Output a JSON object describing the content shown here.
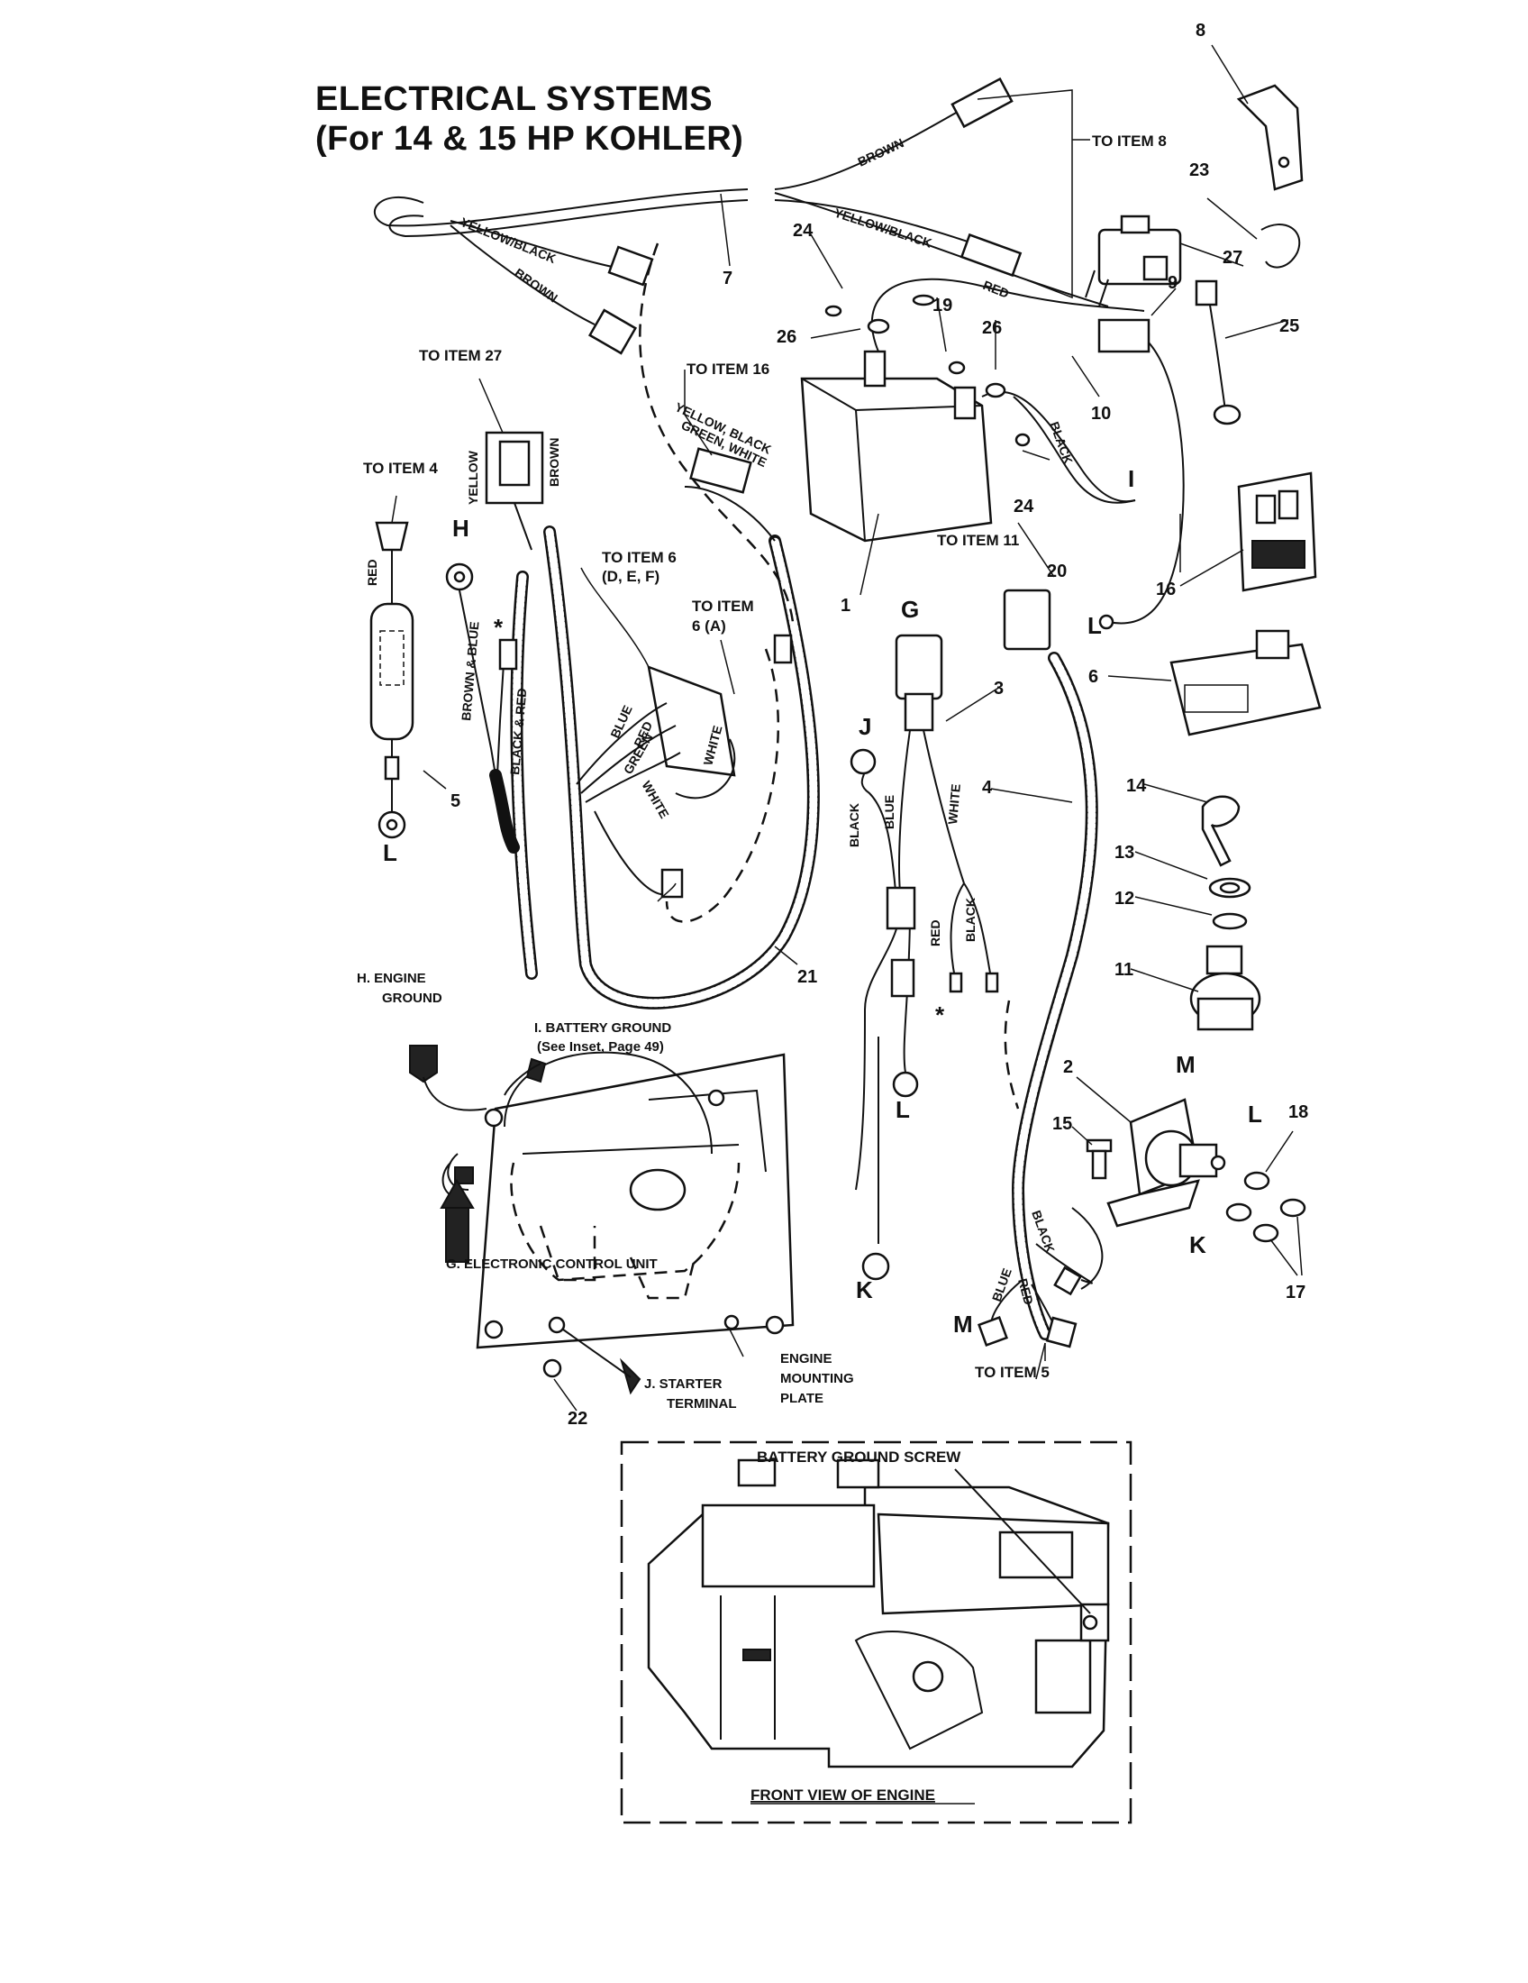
{
  "title": {
    "line1": "ELECTRICAL  SYSTEMS",
    "line2": "(For 14 & 15 HP KOHLER)"
  },
  "callouts": {
    "to_item_8": "TO ITEM 8",
    "to_item_27": "TO ITEM 27",
    "to_item_16": "TO ITEM 16",
    "to_item_4": "TO ITEM 4",
    "to_item_6_def_1": "TO ITEM 6",
    "to_item_6_def_2": "(D, E, F)",
    "to_item_6_a_1": "TO ITEM",
    "to_item_6_a_2": "6 (A)",
    "to_item_11": "TO ITEM 11",
    "to_item_5": "TO ITEM 5"
  },
  "wire_labels": {
    "brown_top": "BROWN",
    "yellow_black_right": "YELLOW/BLACK",
    "red_top": "RED",
    "yellow_black_left": "YELLOW/BLACK",
    "brown_left": "BROWN",
    "yellow": "YELLOW",
    "brown_connector": "BROWN",
    "yellow_black_green_white_1": "YELLOW, BLACK",
    "yellow_black_green_white_2": "GREEN, WHITE",
    "black_battery": "BLACK",
    "red_small": "RED",
    "brown_blue": "BROWN & BLUE",
    "black_red": "BLACK & RED",
    "blue": "BLUE",
    "red": "RED",
    "green": "GREEN",
    "white_a": "WHITE",
    "white_b": "WHITE",
    "black_j": "BLACK",
    "blue_j": "BLUE",
    "white_g": "WHITE",
    "red_g": "RED",
    "black_g": "BLACK",
    "black_m": "BLACK",
    "blue_m": "BLUE",
    "red_m": "RED"
  },
  "part_numbers": [
    "1",
    "2",
    "3",
    "4",
    "5",
    "6",
    "7",
    "8",
    "9",
    "10",
    "11",
    "12",
    "13",
    "14",
    "15",
    "16",
    "17",
    "18",
    "19",
    "20",
    "21",
    "22",
    "23",
    "24",
    "24",
    "25",
    "26",
    "26",
    "27"
  ],
  "letters": {
    "g": "G",
    "h": "H",
    "i": "I",
    "j": "J",
    "k": "K",
    "k2": "K",
    "l1": "L",
    "l2": "L",
    "l3": "L",
    "l4": "L",
    "m1": "M",
    "m2": "M",
    "star1": "*",
    "star2": "*"
  },
  "engine_labels": {
    "engine_ground_1": "H.  ENGINE",
    "engine_ground_2": "GROUND",
    "battery_ground_1": "I.   BATTERY GROUND",
    "battery_ground_2": "(See Inset, Page 49)",
    "ecu": "G.  ELECTRONIC CONTROL UNIT",
    "starter_1": "J.  STARTER",
    "starter_2": "TERMINAL",
    "plate_1": "ENGINE",
    "plate_2": "MOUNTING",
    "plate_3": "PLATE"
  },
  "inset": {
    "top_label": "BATTERY GROUND SCREW",
    "bottom_label": "FRONT VIEW OF ENGINE"
  }
}
